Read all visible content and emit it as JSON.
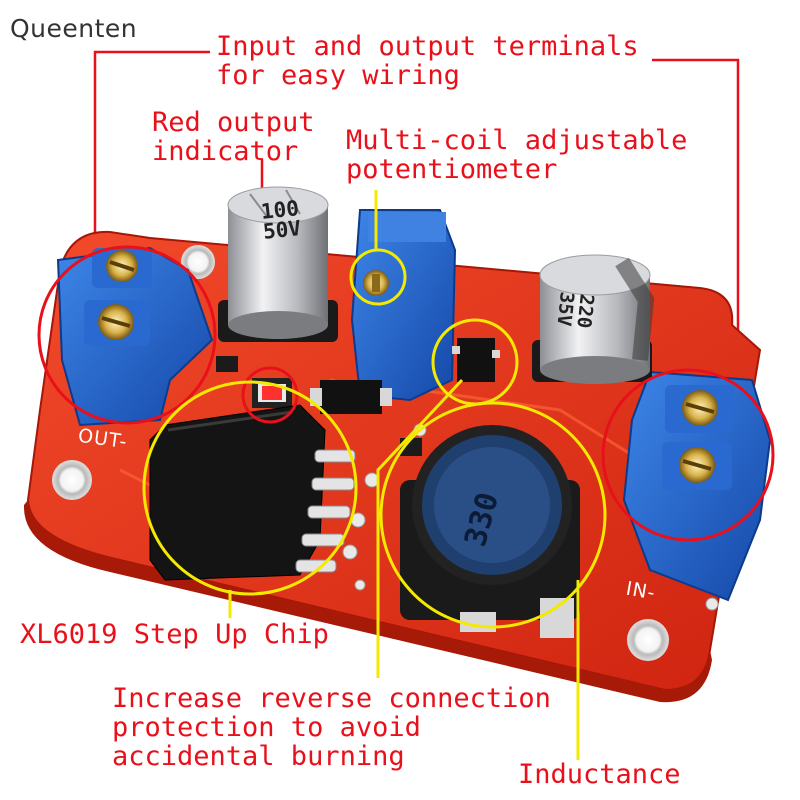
{
  "brand": "Queenten",
  "callouts": {
    "terminals": [
      "Input and output terminals",
      "for easy wiring"
    ],
    "red_indicator": [
      "Red output",
      "indicator"
    ],
    "potentiometer": [
      "Multi-coil adjustable",
      "potentiometer"
    ],
    "chip": "XL6019 Step Up Chip",
    "reverse_protection": [
      "Increase reverse connection",
      "protection to avoid",
      "accidental burning"
    ],
    "inductance": "Inductance"
  },
  "silkscreen": {
    "out": "OUT-",
    "in": "IN-"
  },
  "components": {
    "capacitor_left": [
      "100",
      "50V"
    ],
    "capacitor_right": [
      "220",
      "35V"
    ],
    "inductor": "330"
  },
  "colors": {
    "callout_text": "#e8101a",
    "circle_red": "#e8101a",
    "circle_yellow": "#f4ea00",
    "board": "#e8321c",
    "terminal_blue": "#1f5fc9"
  }
}
